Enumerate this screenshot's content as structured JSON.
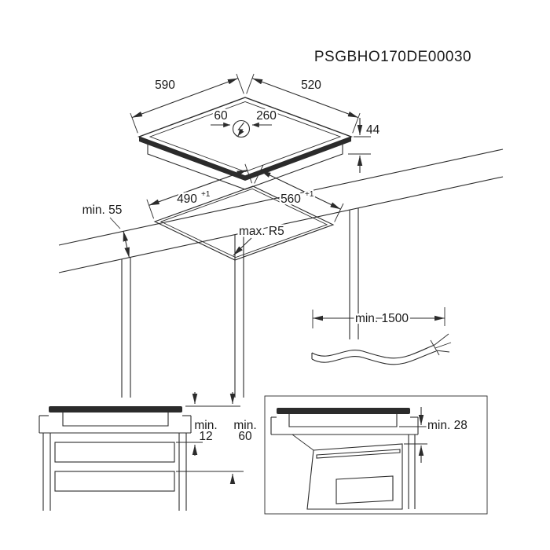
{
  "product_code": "PSGBHO170DE00030",
  "hob": {
    "width": "590",
    "depth": "520",
    "height": "44",
    "connection_offset_left": "60",
    "connection_offset_right": "260",
    "power_icon": "lightning-bolt-icon"
  },
  "worktop": {
    "cutout_width": "490",
    "cutout_width_tolerance": "+1",
    "cutout_depth": "560",
    "cutout_depth_tolerance": "+1",
    "front_distance": "min. 55",
    "corner_radius": "max. R5"
  },
  "cable": {
    "length": "min. 1500"
  },
  "clearances_left": {
    "dim1_prefix": "min.",
    "dim1_value": "12",
    "dim2_prefix": "min.",
    "dim2_value": "60"
  },
  "clearances_right": {
    "oven_gap": "min. 28"
  },
  "colors": {
    "line": "#2b2b2b",
    "text": "#1a1a1a",
    "background": "#ffffff"
  }
}
